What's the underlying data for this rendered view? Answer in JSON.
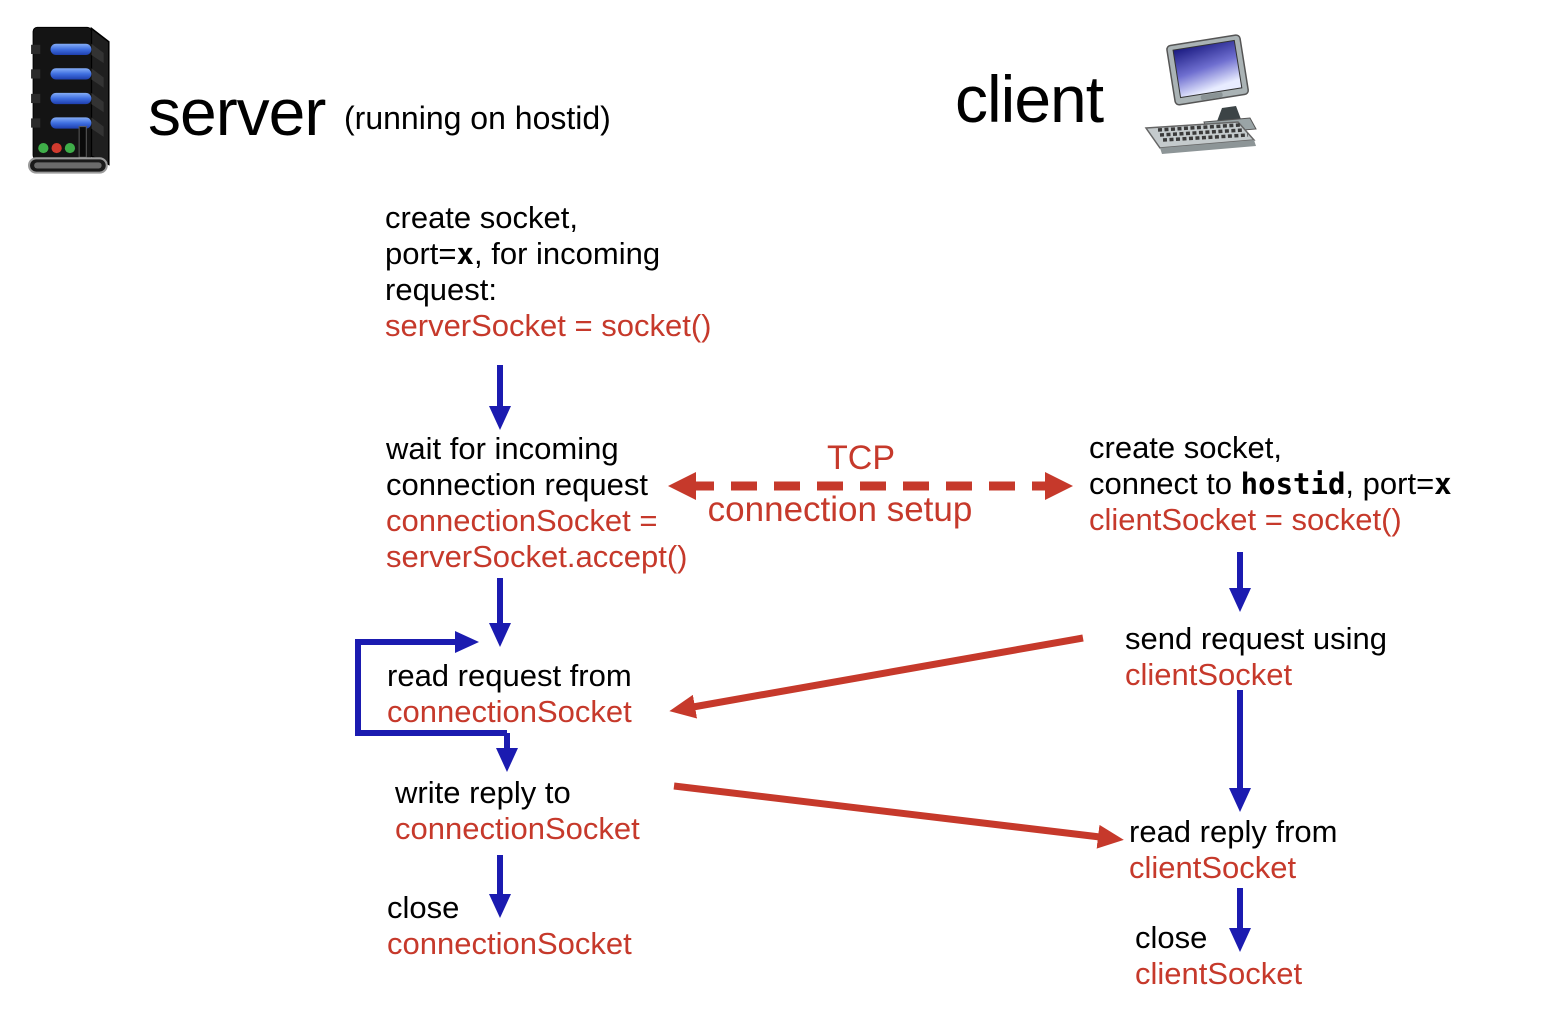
{
  "header": {
    "server_title": "server",
    "server_subtitle": "(running on hostid)",
    "client_title": "client",
    "server_icon": "server-tower-icon",
    "client_icon": "desktop-computer-icon"
  },
  "colors": {
    "code_red": "#c6392b",
    "flow_blue": "#1b1bb0",
    "text_black": "#000000"
  },
  "tcp_label": {
    "line1": "TCP",
    "line2": "connection setup"
  },
  "server_flow": {
    "create": {
      "l1": "create socket,",
      "l2_pre": "port=",
      "l2_mono": "x",
      "l2_post": ", for incoming",
      "l3": "request:",
      "code": "serverSocket = socket()"
    },
    "wait": {
      "l1": "wait for incoming",
      "l2": "connection request",
      "code1": "connectionSocket =",
      "code2": "serverSocket.accept()"
    },
    "read": {
      "l1": "read request from",
      "code": "connectionSocket"
    },
    "write": {
      "l1": "write reply to",
      "code": "connectionSocket"
    },
    "close": {
      "l1": "close",
      "code": "connectionSocket"
    }
  },
  "client_flow": {
    "create": {
      "l1": "create socket,",
      "l2_pre": "connect to ",
      "l2_mono1": "hostid",
      "l2_mid": ", port=",
      "l2_mono2": "x",
      "code": "clientSocket = socket()"
    },
    "send": {
      "l1": "send request using",
      "code": "clientSocket"
    },
    "read_reply": {
      "l1": "read reply from",
      "code": "clientSocket"
    },
    "close": {
      "l1": "close",
      "code": "clientSocket"
    }
  }
}
